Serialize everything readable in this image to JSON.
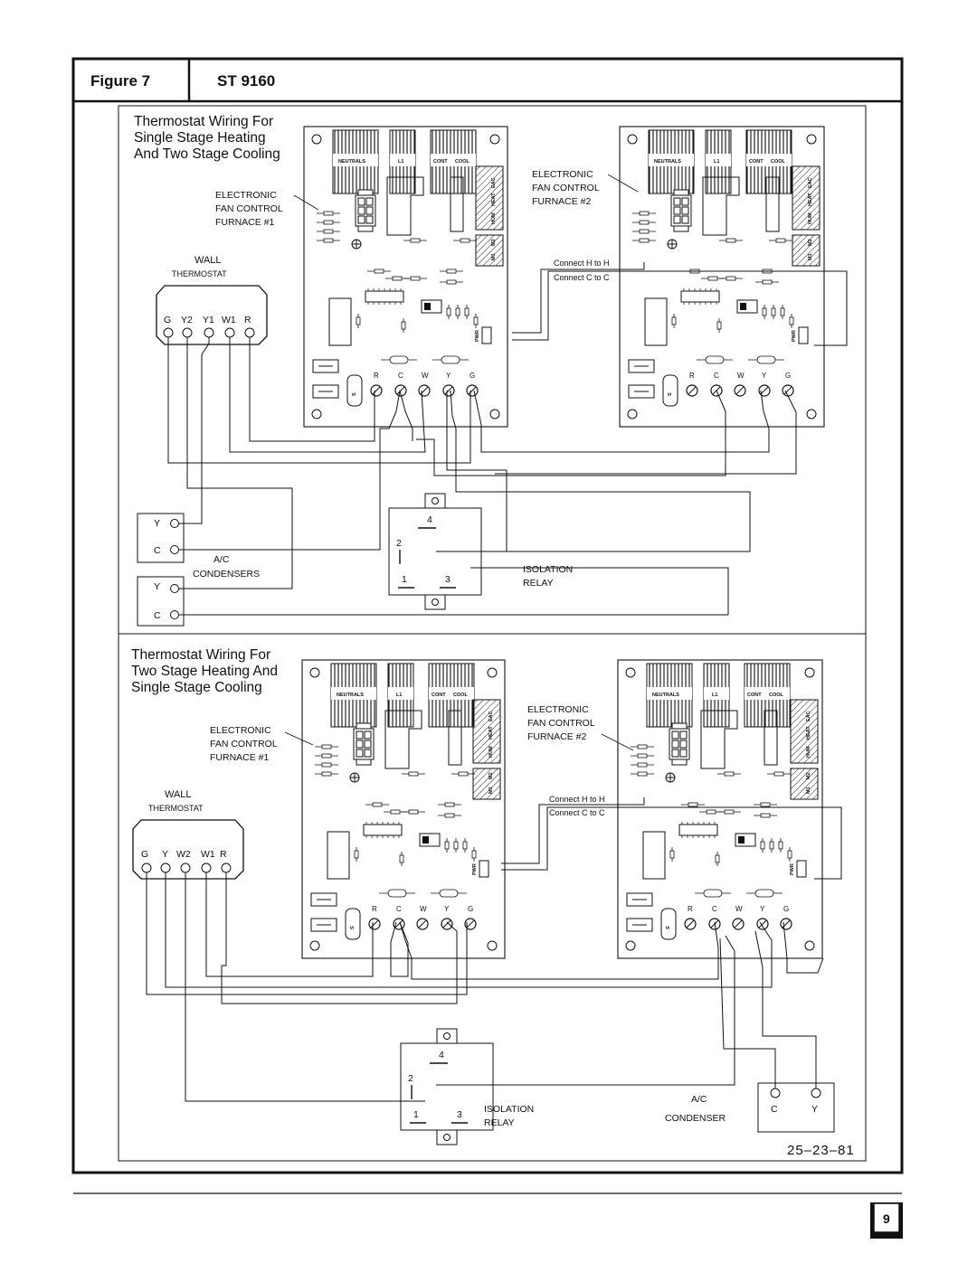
{
  "header": {
    "figure_label": "Figure 7",
    "model_label": "ST 9160"
  },
  "top": {
    "title_lines": [
      "Thermostat Wiring For",
      "Single Stage Heating",
      "And Two Stage Cooling"
    ],
    "thermostat_terminals": [
      "G",
      "Y2",
      "Y1",
      "W1",
      "R"
    ],
    "ac_label": "A/C",
    "condensers_label": "CONDENSERS"
  },
  "bottom": {
    "title_lines": [
      "Thermostat Wiring For",
      "Two Stage Heating And",
      "Single Stage Cooling"
    ],
    "thermostat_terminals": [
      "G",
      "Y",
      "W2",
      "W1",
      "R"
    ],
    "ac_label": "A/C",
    "condenser_label": "CONDENSER"
  },
  "labels": {
    "wall": "WALL",
    "thermostat": "THERMOSTAT",
    "furnace1_lines": [
      "ELECTRONIC",
      "FAN CONTROL",
      "FURNACE #1"
    ],
    "furnace2_lines": [
      "ELECTRONIC",
      "FAN CONTROL",
      "FURNACE #2"
    ],
    "connect_h": "Connect H to H",
    "connect_c": "Connect C to C",
    "isolation": "ISOLATION",
    "relay": "RELAY",
    "relay_pins": [
      "4",
      "2",
      "1",
      "3"
    ],
    "board_terminals": [
      "R",
      "C",
      "W",
      "Y",
      "G"
    ],
    "neutrals": "NEUTRALS",
    "l1": "L1",
    "cont": "CONT",
    "cool": "COOL",
    "hum": "HUM",
    "heat": "HEAT",
    "eac": "EAC",
    "m1": "M1",
    "m2": "M2",
    "pwr": "PWR",
    "s": "S",
    "y_term": "Y",
    "c_term": "C"
  },
  "footer": {
    "figure_number": "25–23–81",
    "page_number": "9"
  }
}
